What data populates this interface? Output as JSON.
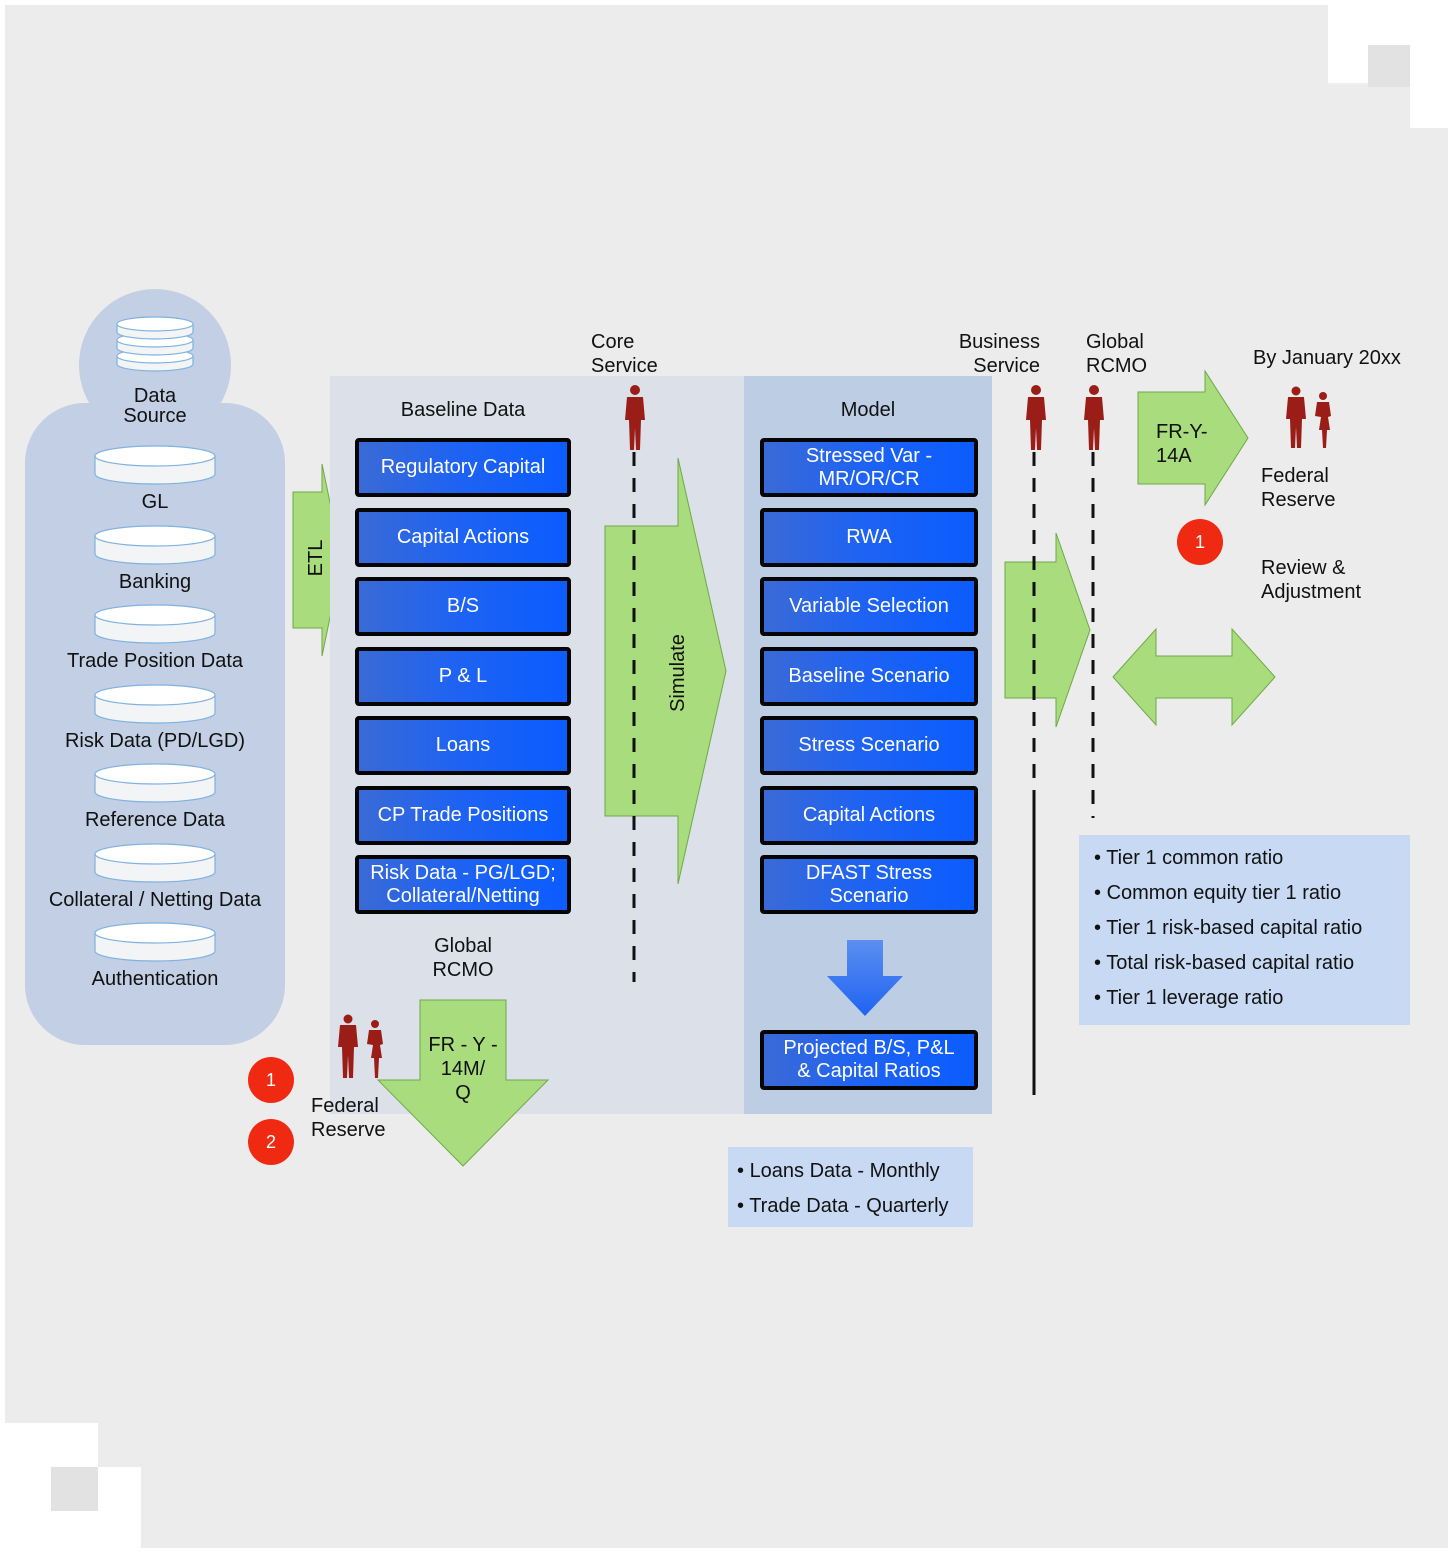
{
  "colors": {
    "page_bg": "#ececec",
    "panel_blue": "#c2cfe4",
    "baseline_panel": "#dce0e8",
    "model_panel": "#bccde4",
    "box_blue": "#1f63f2",
    "arrow_green": "#a9dc7c",
    "person_red": "#9b1d17",
    "badge_red": "#f02a12",
    "list_bg": "#c8daf3"
  },
  "data_source": {
    "title": "Data\nSource",
    "items": [
      "GL",
      "Banking",
      "Trade Position Data",
      "Risk Data (PD/LGD)",
      "Reference Data",
      "Collateral / Netting Data",
      "Authentication"
    ]
  },
  "etl": {
    "label": "ETL"
  },
  "baseline": {
    "title": "Baseline Data",
    "boxes": [
      "Regulatory Capital",
      "Capital Actions",
      "B/S",
      "P & L",
      "Loans",
      "CP Trade Positions",
      "Risk Data - PG/LGD;\nCollateral/Netting"
    ],
    "footer": "Global\nRCMO"
  },
  "core_service": "Core\nService",
  "simulate": "Simulate",
  "model": {
    "title": "Model",
    "boxes": [
      "Stressed Var -\nMR/OR/CR",
      "RWA",
      "Variable Selection",
      "Baseline Scenario",
      "Stress Scenario",
      "Capital Actions",
      "DFAST Stress\nScenario"
    ],
    "output": "Projected B/S, P&L\n& Capital Ratios"
  },
  "business_service": "Business\nService",
  "global_rcmo": "Global\nRCMO",
  "by_january": "By January 20xx",
  "fr_y_14a": "FR-Y-\n14A",
  "federal_reserve_top": "Federal\nReserve",
  "review": "Review &\nAdjustment",
  "badge_top": "1",
  "ratios": [
    "Tier 1 common ratio",
    "Common equity tier 1 ratio",
    "Tier 1 risk-based capital ratio",
    "Total risk-based capital ratio",
    "Tier 1 leverage ratio"
  ],
  "fr_y_14mq": "FR - Y -\n14M/\nQ",
  "federal_reserve_bottom": "Federal\nReserve",
  "badge_bottom_1": "1",
  "badge_bottom_2": "2",
  "frequency": [
    "Loans Data - Monthly",
    "Trade Data - Quarterly"
  ]
}
